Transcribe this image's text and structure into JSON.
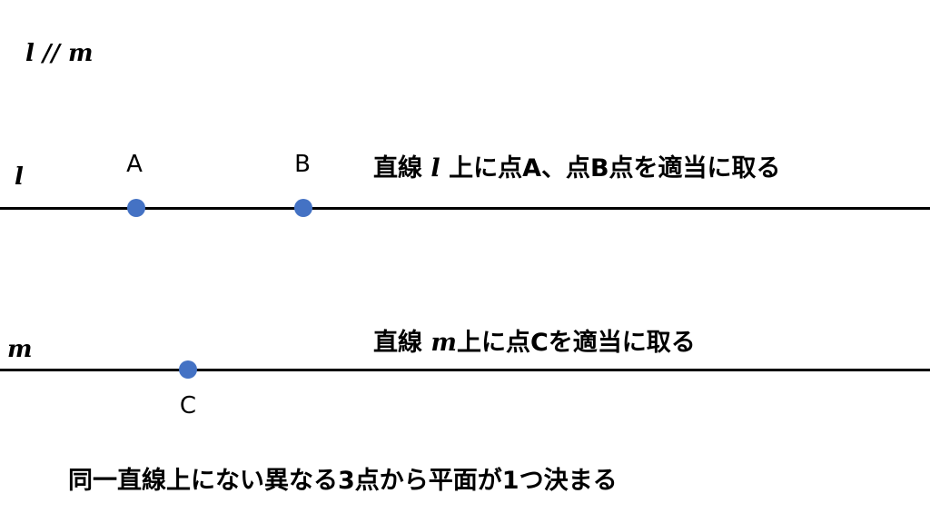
{
  "title": "l // m",
  "line_l": {
    "label": "l",
    "points": [
      "A",
      "B"
    ],
    "caption_pre": "直線 ",
    "caption_var": "l",
    "caption_post": " 上に点A、点B点を適当に取る"
  },
  "line_m": {
    "label": "m",
    "points": [
      "C"
    ],
    "caption_pre": "直線 ",
    "caption_var": "m",
    "caption_post": "上に点Cを適当に取る"
  },
  "conclusion": "同一直線上にない異なる3点から平面が1つ決まる",
  "colors": {
    "point": "#4472c4",
    "line": "#000000"
  }
}
